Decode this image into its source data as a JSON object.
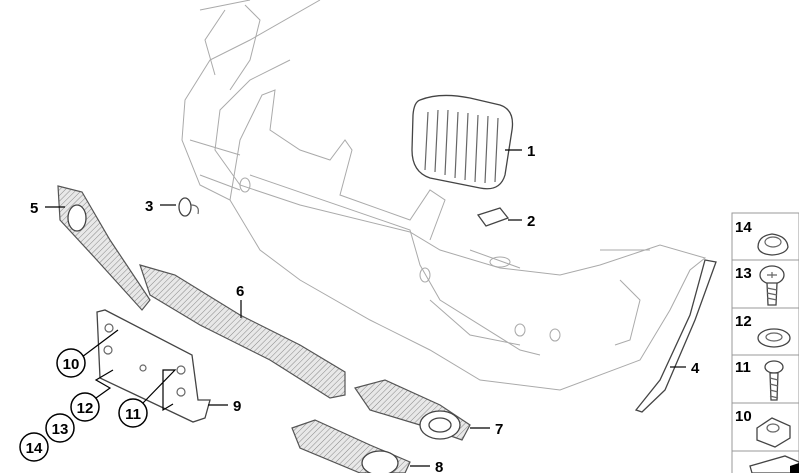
{
  "diagram": {
    "callouts": {
      "grille": "1",
      "cover_cap": "2",
      "clip": "3",
      "side_trim": "4",
      "left_fog_trim": "5",
      "lower_grille": "6",
      "right_fog_trim": "7",
      "fog_trim_lower": "8",
      "plate_bracket": "9",
      "c10": "10",
      "c11": "11",
      "c12": "12",
      "c13": "13",
      "c14": "14"
    },
    "hardware_panel": [
      {
        "label": "14",
        "part": "cap-nut-icon"
      },
      {
        "label": "13",
        "part": "screw-icon"
      },
      {
        "label": "12",
        "part": "washer-icon"
      },
      {
        "label": "11",
        "part": "screw-icon"
      },
      {
        "label": "10",
        "part": "square-nut-icon"
      }
    ]
  }
}
